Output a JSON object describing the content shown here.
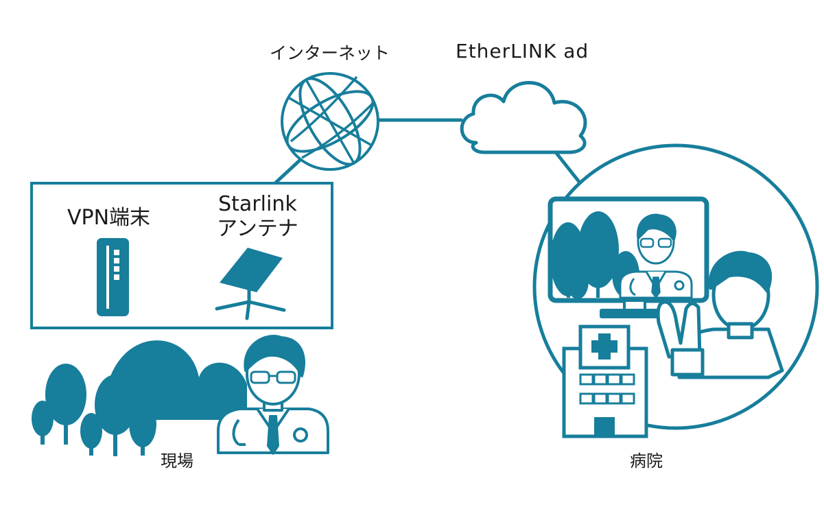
{
  "labels": {
    "internet": "インターネット",
    "etherlink": "EtherLINK ad",
    "vpn_terminal": "VPN端末",
    "starlink_line1": "Starlink",
    "starlink_line2": "アンテナ",
    "site": "現場",
    "hospital": "病院"
  },
  "colors": {
    "primary": "#177e9b",
    "text": "#1a1a1a",
    "background": "#ffffff"
  },
  "icons": {
    "globe": "globe-icon",
    "cloud": "cloud-icon",
    "vpn_device": "vpn-device-icon",
    "antenna": "satellite-dish-icon",
    "hospital": "hospital-building-icon"
  }
}
